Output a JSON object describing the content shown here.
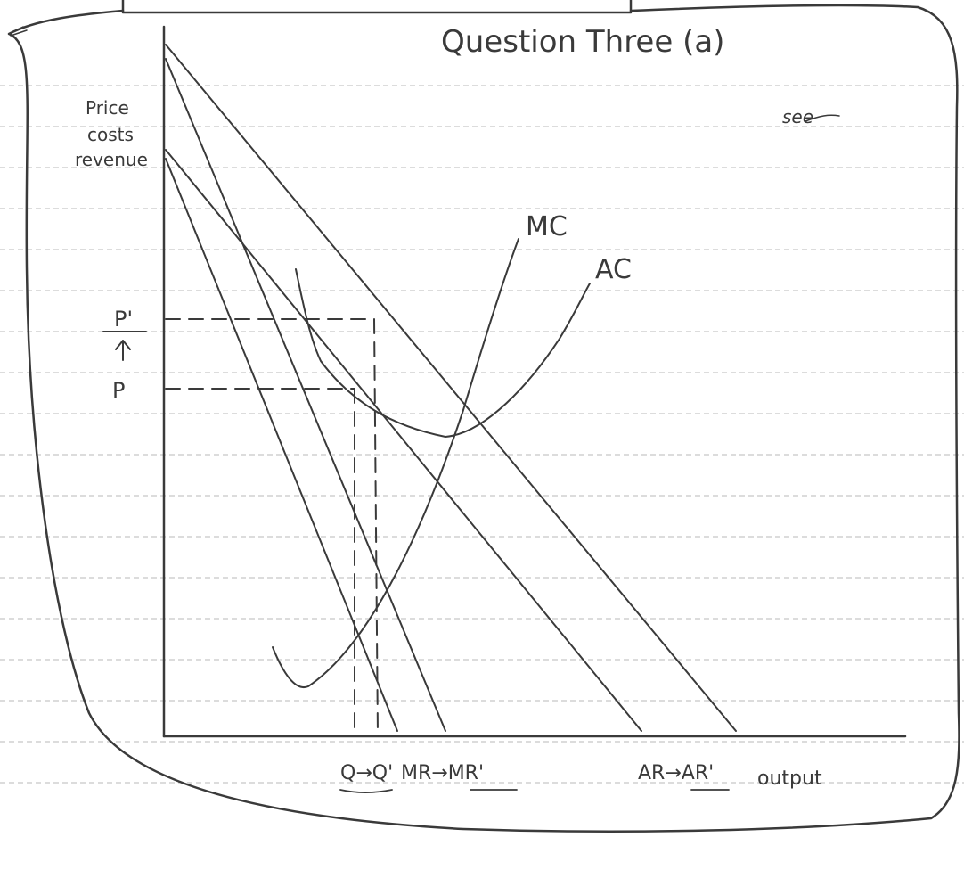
{
  "title": "Question Three (a)",
  "note": "see",
  "axes": {
    "y_label_lines": [
      "Price",
      "costs",
      "revenue"
    ],
    "x_label": "output"
  },
  "price_labels": {
    "p_prime": "P'",
    "p": "P"
  },
  "curve_labels": {
    "mc": "MC",
    "ac": "AC"
  },
  "quantity_labels": {
    "q_shift": "Q→Q'",
    "mr_shift": "MR→MR'",
    "ar_shift": "AR→AR'"
  },
  "colors": {
    "ink": "#3a3a3a",
    "rule": "#b8b8b8",
    "paper": "#ffffff"
  }
}
